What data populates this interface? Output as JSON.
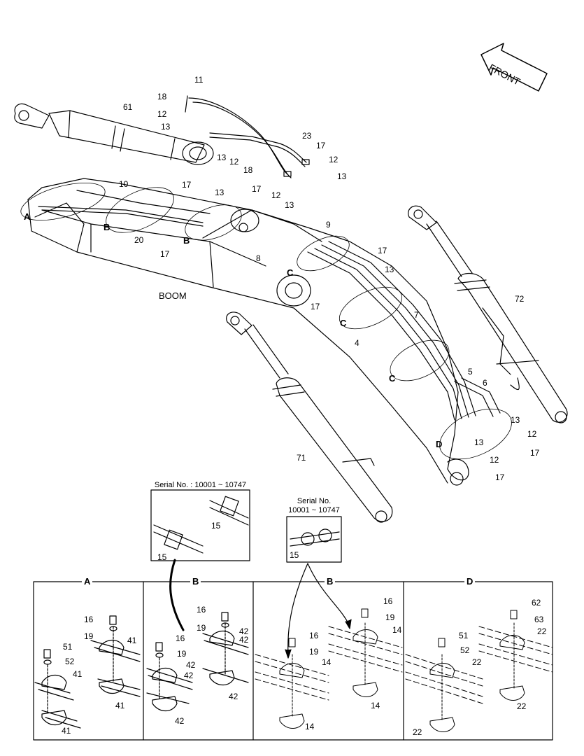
{
  "direction_label": "FRONT",
  "boom_label": "BOOM",
  "serial_box_1": {
    "title": "Serial No. : 10001 ~ 10747",
    "parts": [
      "15",
      "15"
    ]
  },
  "serial_box_2": {
    "title_line1": "Serial No.",
    "title_line2": "10001 ~ 10747",
    "part": "15"
  },
  "sections": [
    "A",
    "B",
    "B",
    "D"
  ],
  "detail_refs": [
    "A",
    "B",
    "B",
    "C",
    "C",
    "C",
    "D"
  ],
  "main_callouts": [
    "61",
    "11",
    "18",
    "12",
    "13",
    "13",
    "12",
    "18",
    "23",
    "17",
    "12",
    "13",
    "17",
    "12",
    "13",
    "10",
    "17",
    "13",
    "A",
    "B",
    "20",
    "B",
    "17",
    "9",
    "8",
    "17",
    "C",
    "13",
    "72",
    "17",
    "C",
    "7",
    "4",
    "C",
    "5",
    "6",
    "13",
    "12",
    "D",
    "13",
    "12",
    "17",
    "17",
    "71"
  ],
  "detail_callouts": {
    "A": [
      "16",
      "19",
      "41",
      "51",
      "52",
      "41",
      "41",
      "41"
    ],
    "B1": [
      "16",
      "19",
      "42",
      "42",
      "42",
      "42"
    ],
    "B1_right": [
      "16",
      "19",
      "42",
      "42"
    ],
    "B2": [
      "16",
      "19",
      "14",
      "14",
      "16",
      "19",
      "14",
      "14"
    ],
    "D": [
      "62",
      "63",
      "22",
      "22",
      "51",
      "52",
      "22",
      "22"
    ]
  }
}
